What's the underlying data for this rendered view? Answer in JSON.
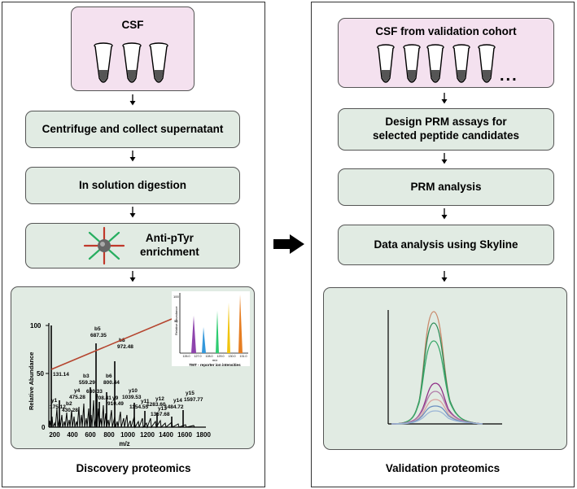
{
  "left": {
    "csf_label": "CSF",
    "step1": "Centrifuge and collect supernatant",
    "step2": "In solution digestion",
    "step3_line1": "Anti-pTyr",
    "step3_line2": "enrichment",
    "caption": "Discovery proteomics",
    "spectrum": {
      "y_axis_label": "Relative Abundance",
      "y_tick_100": "100",
      "y_tick_50": "50",
      "y_tick_0": "0",
      "x_axis_label": "m/z",
      "x_ticks": [
        "200",
        "400",
        "600",
        "800",
        "1000",
        "1200",
        "1400",
        "1600",
        "1800"
      ],
      "peaks": [
        {
          "text": "131.14"
        },
        {
          "text": "b5"
        },
        {
          "text": "687.35"
        },
        {
          "text": "b8"
        },
        {
          "text": "972.48"
        },
        {
          "text": "b3"
        },
        {
          "text": "559.29"
        },
        {
          "text": "b6"
        },
        {
          "text": "800.44"
        },
        {
          "text": "y4"
        },
        {
          "text": "475.28"
        },
        {
          "text": "630.33"
        },
        {
          "text": "708.41"
        },
        {
          "text": "y1"
        },
        {
          "text": "175.12"
        },
        {
          "text": "b2"
        },
        {
          "text": "430.28"
        },
        {
          "text": "y10"
        },
        {
          "text": "1039.53"
        },
        {
          "text": "y11"
        },
        {
          "text": "1154.55"
        },
        {
          "text": "y12"
        },
        {
          "text": "1283.60"
        },
        {
          "text": "y14"
        },
        {
          "text": "1484.72"
        },
        {
          "text": "y13"
        },
        {
          "text": "1367.68"
        },
        {
          "text": "y15"
        },
        {
          "text": "1597.77"
        },
        {
          "text": "y9"
        },
        {
          "text": "910.49"
        }
      ],
      "inset": {
        "y_tick_100": "100",
        "y_tick_50": "50",
        "y_axis_label": "Relative Abundance",
        "x_ticks": [
          "126.0",
          "127.0",
          "128.0",
          "129.0",
          "130.0",
          "131.0"
        ],
        "x_axis_label": "m/z",
        "caption": "TMT - reporter ion intensities"
      }
    }
  },
  "right": {
    "csf_label": "CSF from validation cohort",
    "ellipsis": "...",
    "step1_line1": "Design PRM assays for",
    "step1_line2": "selected peptide candidates",
    "step2": "PRM analysis",
    "step3": "Data analysis using Skyline",
    "caption": "Validation proteomics"
  },
  "colors": {
    "green_box": "#e1ebe3",
    "pink_box": "#f4e1ef",
    "spectrum_line": "#b5452f"
  }
}
